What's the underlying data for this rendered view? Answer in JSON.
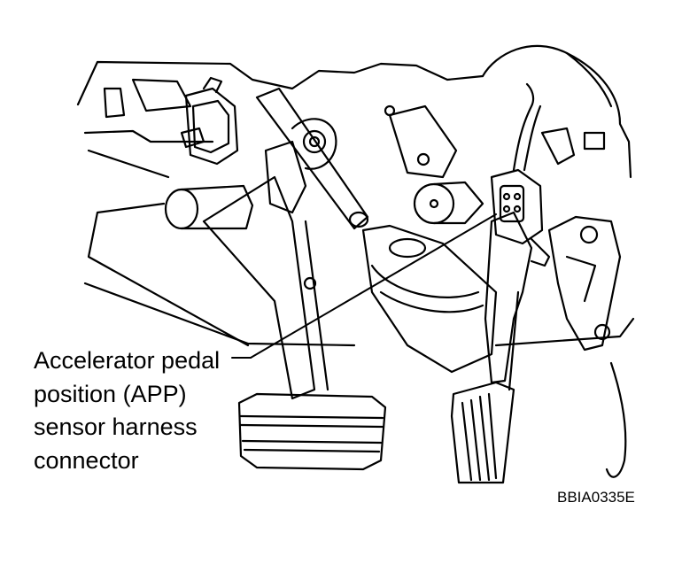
{
  "callout": {
    "lines": [
      "Accelerator pedal",
      "position (APP)",
      "sensor harness",
      "connector"
    ]
  },
  "figure_id": "BBIA0335E",
  "colors": {
    "line": "#000000",
    "background": "#ffffff"
  }
}
